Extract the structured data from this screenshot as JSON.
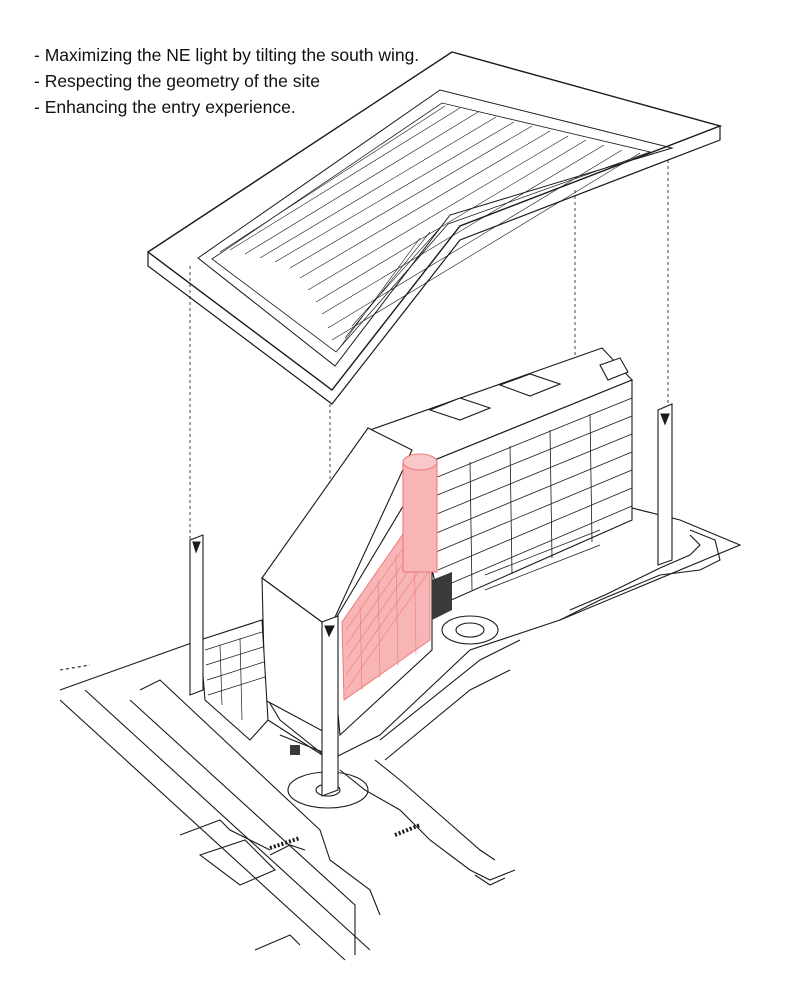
{
  "notes": {
    "items": [
      "- Maximizing the NE light by tilting the south wing.",
      "- Respecting the geometry of the site",
      "- Enhancing the entry experience."
    ]
  },
  "colors": {
    "line": "#1a1a1a",
    "light_line": "#9a9a9a",
    "accent": "#f07a7a",
    "accent_fill": "#f7b5b5",
    "shadow": "#3a3a3a"
  }
}
